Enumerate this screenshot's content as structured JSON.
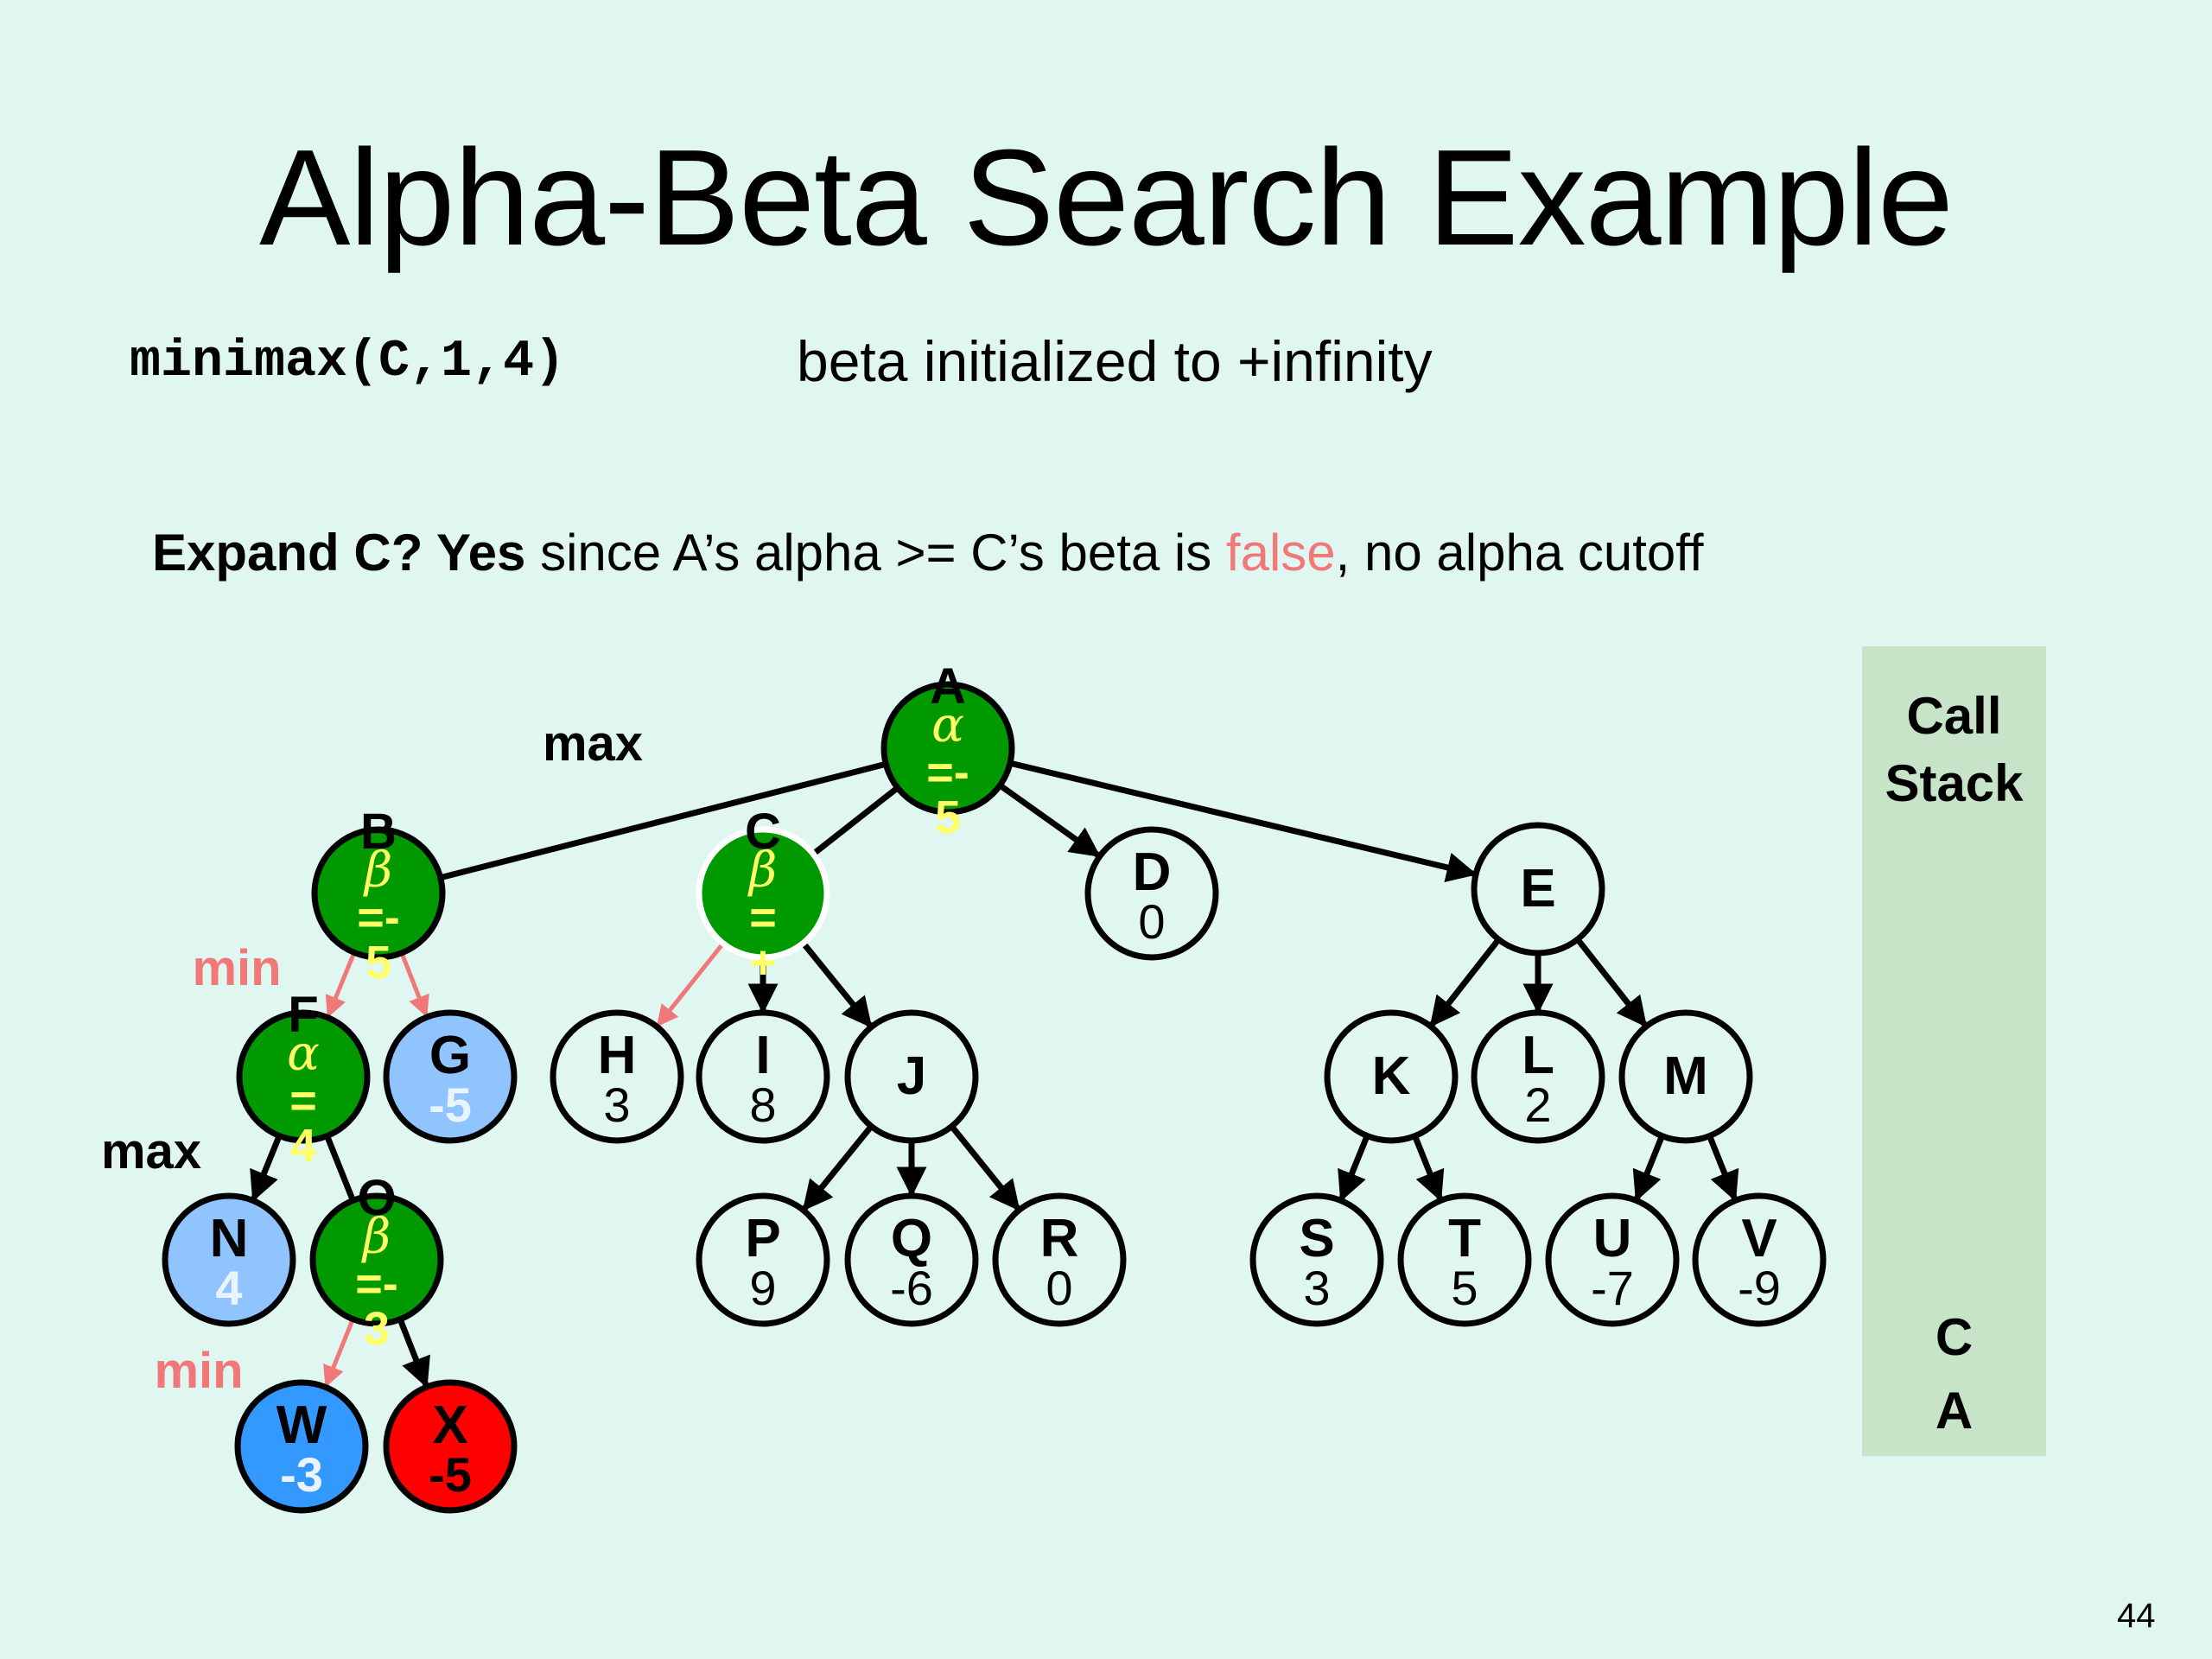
{
  "slide": {
    "title": "Alpha-Beta Search Example",
    "call_code": "minimax(C,1,4)",
    "note": "beta initialized to +infinity",
    "expand": {
      "bold": "Expand C? Yes",
      "text1": " since A’s alpha >= C’s beta is ",
      "highlight": "false",
      "text2": ", no alpha cutoff"
    },
    "page_number": "44"
  },
  "colors": {
    "background": "#e0f7f1",
    "active_node": "#009900",
    "node_text_active": "#ffff66",
    "evaluated_leaf": "#90c4ff",
    "current_leaf": "#3399ff",
    "pruned_leaf": "#ff0000",
    "unvisited_node": "#e0f7f1",
    "min_edge": "#f07878",
    "callstack_bg": "#c8e4c8"
  },
  "level_labels": [
    {
      "id": "max-1",
      "text": "max",
      "color": "#000000"
    },
    {
      "id": "min-1",
      "text": "min",
      "color": "#f07878"
    },
    {
      "id": "max-2",
      "text": "max",
      "color": "#000000"
    },
    {
      "id": "min-2",
      "text": "min",
      "color": "#f07878"
    }
  ],
  "nodes": [
    {
      "id": "A",
      "label": "A",
      "state": "active",
      "bound": "α",
      "bound_value": "=-5",
      "bound_lines": [
        "α",
        "=-",
        "5"
      ]
    },
    {
      "id": "B",
      "label": "B",
      "state": "active",
      "bound_lines": [
        "β",
        "=-",
        "5"
      ]
    },
    {
      "id": "C",
      "label": "C",
      "state": "current",
      "bound_lines": [
        "β",
        "=",
        "+"
      ]
    },
    {
      "id": "D",
      "label": "D",
      "state": "unvisited",
      "value": "0"
    },
    {
      "id": "E",
      "label": "E",
      "state": "unvisited",
      "value": ""
    },
    {
      "id": "F",
      "label": "F",
      "state": "active",
      "bound_lines": [
        "α",
        "=",
        "4"
      ]
    },
    {
      "id": "G",
      "label": "G",
      "state": "evaluated",
      "value": "-5"
    },
    {
      "id": "H",
      "label": "H",
      "state": "unvisited",
      "value": "3"
    },
    {
      "id": "I",
      "label": "I",
      "state": "unvisited",
      "value": "8"
    },
    {
      "id": "J",
      "label": "J",
      "state": "unvisited",
      "value": ""
    },
    {
      "id": "K",
      "label": "K",
      "state": "unvisited",
      "value": ""
    },
    {
      "id": "L",
      "label": "L",
      "state": "unvisited",
      "value": "2"
    },
    {
      "id": "M",
      "label": "M",
      "state": "unvisited",
      "value": ""
    },
    {
      "id": "N",
      "label": "N",
      "state": "evaluated",
      "value": "4"
    },
    {
      "id": "O",
      "label": "O",
      "state": "active",
      "bound_lines": [
        "β",
        "=-",
        "3"
      ]
    },
    {
      "id": "P",
      "label": "P",
      "state": "unvisited",
      "value": "9"
    },
    {
      "id": "Q",
      "label": "Q",
      "state": "unvisited",
      "value": "-6"
    },
    {
      "id": "R",
      "label": "R",
      "state": "unvisited",
      "value": "0"
    },
    {
      "id": "S",
      "label": "S",
      "state": "unvisited",
      "value": "3"
    },
    {
      "id": "T",
      "label": "T",
      "state": "unvisited",
      "value": "5"
    },
    {
      "id": "U",
      "label": "U",
      "state": "unvisited",
      "value": "-7"
    },
    {
      "id": "V",
      "label": "V",
      "state": "unvisited",
      "value": "-9"
    },
    {
      "id": "W",
      "label": "W",
      "state": "evaluated-current",
      "value": "-3"
    },
    {
      "id": "X",
      "label": "X",
      "state": "pruned",
      "value": "-5"
    }
  ],
  "edges": [
    {
      "from": "A",
      "to": "B",
      "style": "line"
    },
    {
      "from": "A",
      "to": "C",
      "style": "line"
    },
    {
      "from": "A",
      "to": "D",
      "style": "arrow"
    },
    {
      "from": "A",
      "to": "E",
      "style": "arrow"
    },
    {
      "from": "B",
      "to": "F",
      "style": "arrow-visited"
    },
    {
      "from": "B",
      "to": "G",
      "style": "arrow-visited"
    },
    {
      "from": "C",
      "to": "H",
      "style": "arrow-visited"
    },
    {
      "from": "C",
      "to": "I",
      "style": "arrow"
    },
    {
      "from": "C",
      "to": "J",
      "style": "arrow"
    },
    {
      "from": "F",
      "to": "N",
      "style": "arrow"
    },
    {
      "from": "F",
      "to": "O",
      "style": "line"
    },
    {
      "from": "O",
      "to": "W",
      "style": "arrow-visited"
    },
    {
      "from": "O",
      "to": "X",
      "style": "arrow"
    },
    {
      "from": "J",
      "to": "P",
      "style": "arrow"
    },
    {
      "from": "J",
      "to": "Q",
      "style": "arrow"
    },
    {
      "from": "J",
      "to": "R",
      "style": "arrow"
    },
    {
      "from": "E",
      "to": "K",
      "style": "arrow"
    },
    {
      "from": "E",
      "to": "L",
      "style": "arrow"
    },
    {
      "from": "E",
      "to": "M",
      "style": "arrow"
    },
    {
      "from": "K",
      "to": "S",
      "style": "arrow"
    },
    {
      "from": "K",
      "to": "T",
      "style": "arrow"
    },
    {
      "from": "M",
      "to": "U",
      "style": "arrow"
    },
    {
      "from": "M",
      "to": "V",
      "style": "arrow"
    }
  ],
  "call_stack": {
    "title_line1": "Call",
    "title_line2": "Stack",
    "items": [
      "C",
      "A"
    ]
  }
}
